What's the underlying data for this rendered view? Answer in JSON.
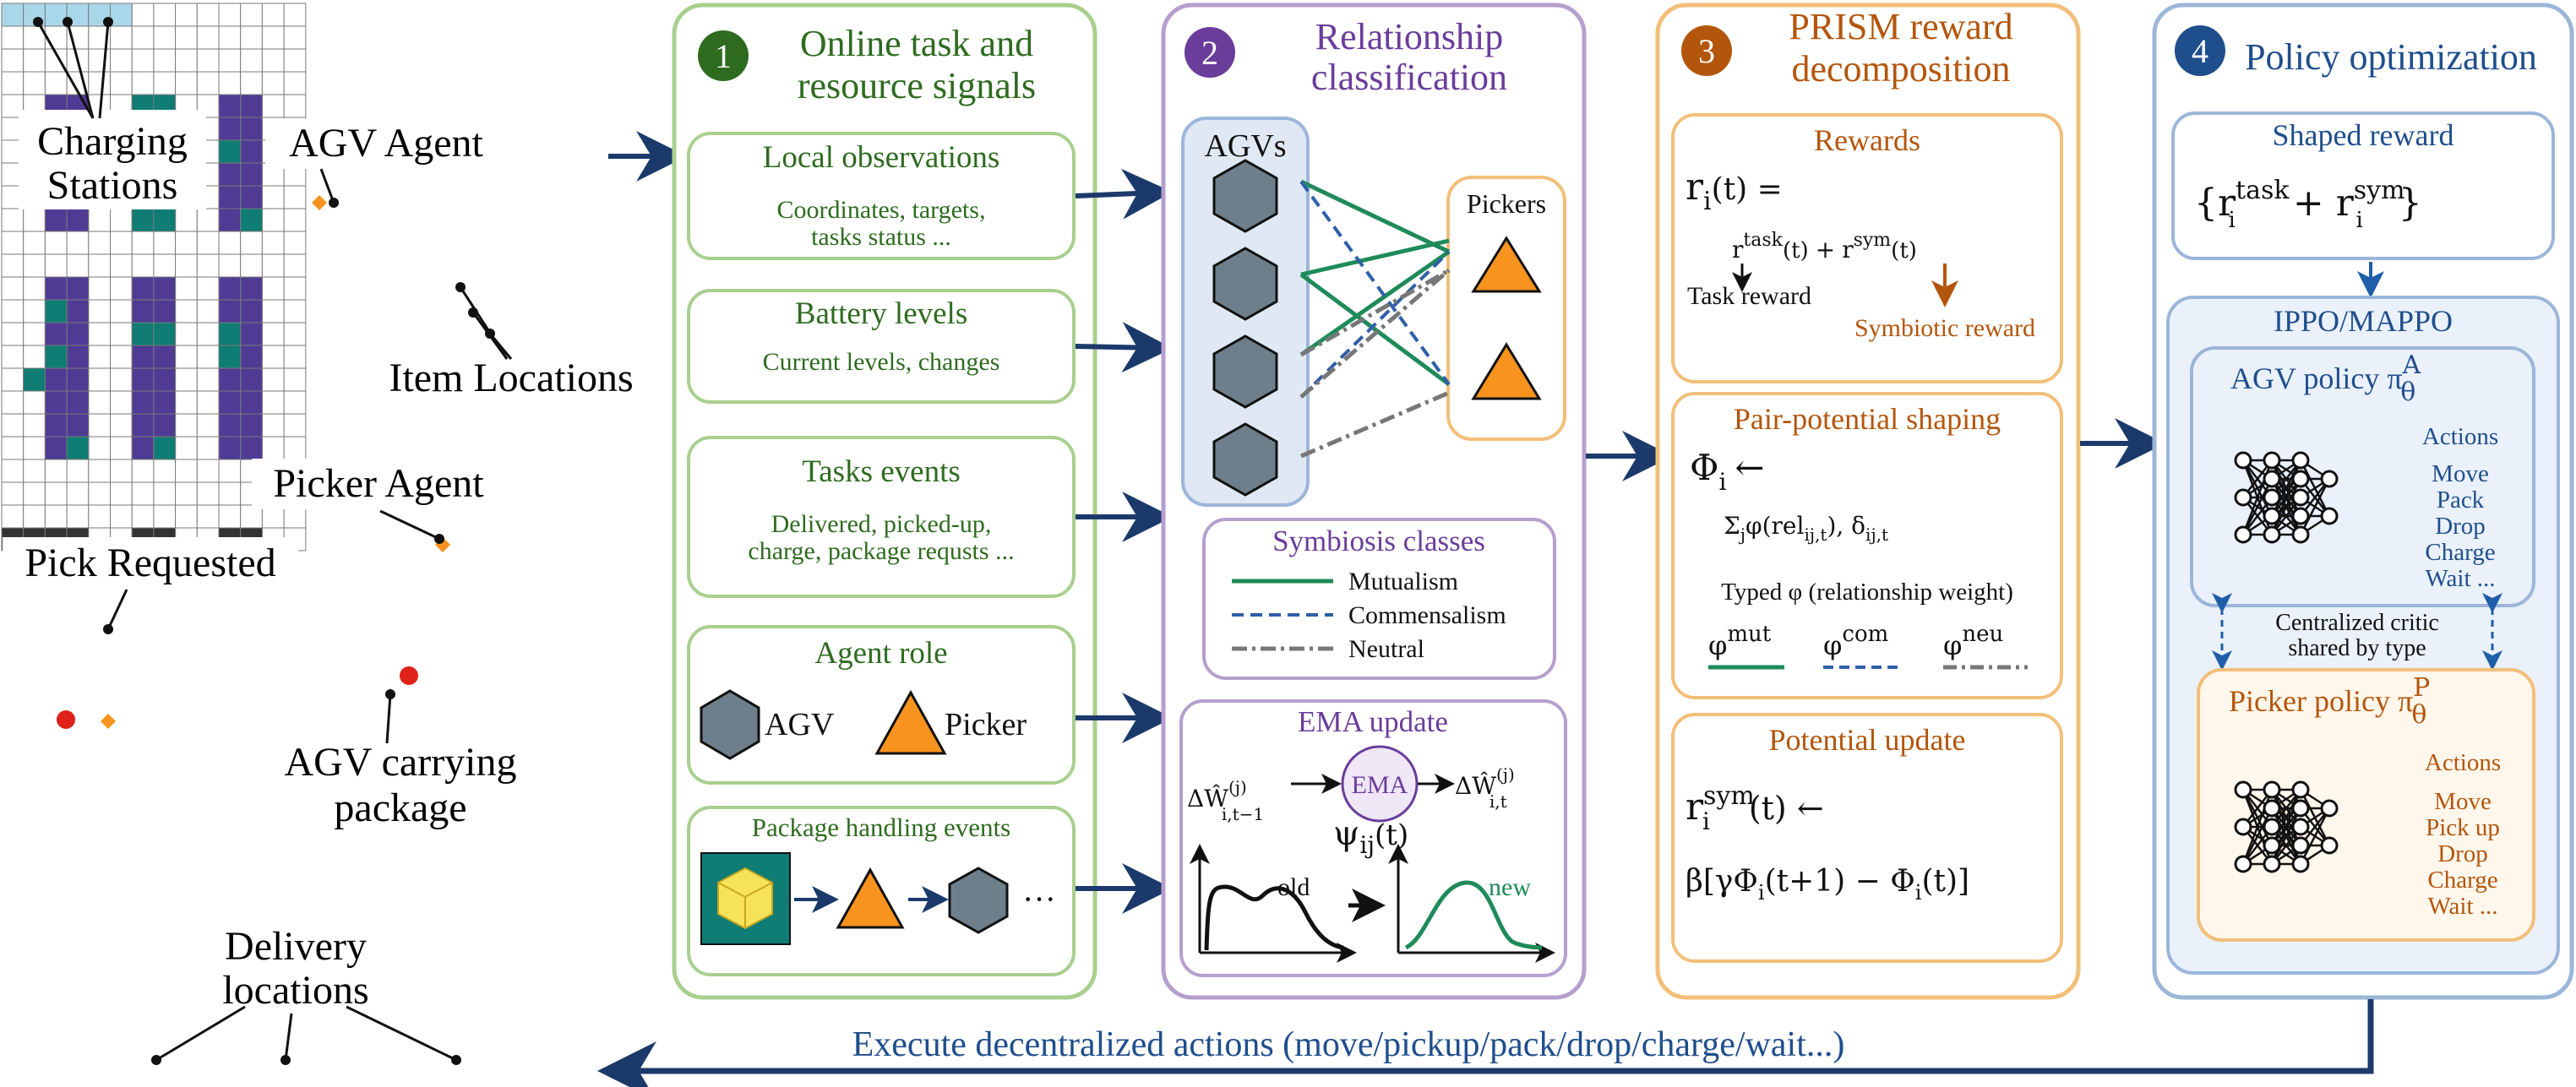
{
  "colors": {
    "green": "#2e6b1f",
    "green_border": "#a9cf8f",
    "purple": "#6a3d9a",
    "purple_border": "#b59fce",
    "orange": "#b3560c",
    "orange_border": "#f2bf7a",
    "blue": "#1f4e8c",
    "blue_border": "#9cb6d9",
    "navy_arrow": "#1b3a6b",
    "shelf": "#4f3b94",
    "teal": "#0f7d74",
    "charging": "#a9d7e9",
    "delivery": "#333333",
    "gray_hex": "#6e7f8b",
    "triangle": "#f7931e"
  },
  "map": {
    "charging_label": [
      "Charging",
      "Stations"
    ],
    "agv_agent_label": "AGV Agent",
    "item_locations_label": "Item Locations",
    "picker_agent_label": "Picker Agent",
    "pick_requested_label": "Pick Requested",
    "agv_carrying_label": [
      "AGV carrying",
      "package"
    ],
    "delivery_label": [
      "Delivery",
      "locations"
    ]
  },
  "panel1": {
    "number": "1",
    "title": [
      "Online task and",
      "resource signals"
    ],
    "boxes": [
      {
        "title": "Local observations",
        "body": [
          "Coordinates, targets,",
          "tasks status ..."
        ]
      },
      {
        "title": "Battery levels",
        "body": [
          "Current levels, changes"
        ]
      },
      {
        "title": "Tasks events",
        "body": [
          "Delivered, picked-up,",
          "charge, package requsts ..."
        ]
      },
      {
        "title": "Agent role",
        "agv": "AGV",
        "picker": "Picker"
      },
      {
        "title": "Package handling events",
        "ellipsis": "···"
      }
    ]
  },
  "panel2": {
    "number": "2",
    "title": [
      "Relationship",
      "classification"
    ],
    "agvs_label": "AGVs",
    "pickers_label": "Pickers",
    "classes_title": "Symbiosis classes",
    "classes": [
      "Mutualism",
      "Commensalism",
      "Neutral"
    ],
    "ema_title": "EMA update",
    "ema_node": "EMA",
    "ema_prev": "ΔŴ",
    "ema_prev_sup": "(j)",
    "ema_prev_sub": "i,t−1",
    "ema_next": "ΔŴ",
    "ema_next_sup": "(j)",
    "ema_next_sub": "i,t",
    "psi": "ψ",
    "psi_sub": "ij",
    "psi_arg": "(t)",
    "old": "old",
    "new": "new"
  },
  "panel3": {
    "number": "3",
    "title": [
      "PRISM reward",
      "decomposition"
    ],
    "rewards_title": "Rewards",
    "r_lhs": "r",
    "r_sub": "i",
    "r_arg": "(t) =",
    "task_sup": "task",
    "sym_sup": "sym",
    "r_t": "(t)",
    "plus": "+",
    "task_reward": "Task reward",
    "symbiotic_reward": "Symbiotic reward",
    "pair_title": "Pair-potential shaping",
    "phi": "Φ",
    "phi_sub": "i",
    "larrow": "←",
    "sum_expr": "Σ",
    "sum_sub": "j",
    "sum_rest": "φ(rel",
    "rel_sub": "ij,t",
    "sum_tail": "), δ",
    "delta_sub": "ij,t",
    "typed": "Typed  φ (relationship weight)",
    "varphi": "φ",
    "phi_types": [
      "mut",
      "com",
      "neu"
    ],
    "potential_title": "Potential  update",
    "sym_lhs_arg": "(t) ←",
    "beta_a": "β[γΦ",
    "beta_b": "(t+1) − Φ",
    "beta_c": "(t)]"
  },
  "panel4": {
    "number": "4",
    "title": "Policy optimization",
    "shaped_title": "Shaped reward",
    "shaped_open": "{r",
    "shaped_task": "task",
    "shaped_plus": " + r",
    "shaped_sym": "sym",
    "shaped_close": "}",
    "ippo": "IPPO/MAPPO",
    "agv_policy": "AGV policy π",
    "agv_sup": "A",
    "theta": "θ",
    "picker_policy": "Picker policy π",
    "picker_sup": "P",
    "actions_label": "Actions",
    "agv_actions": [
      "Move",
      "Pack",
      "Drop",
      "Charge",
      "Wait ..."
    ],
    "picker_actions": [
      "Move",
      "Pick up",
      "Drop",
      "Charge",
      "Wait ..."
    ],
    "critic": [
      "Centralized critic",
      "shared by type"
    ]
  },
  "bottom_arrow_label": "Execute decentralized actions (move/pickup/pack/drop/charge/wait...)"
}
